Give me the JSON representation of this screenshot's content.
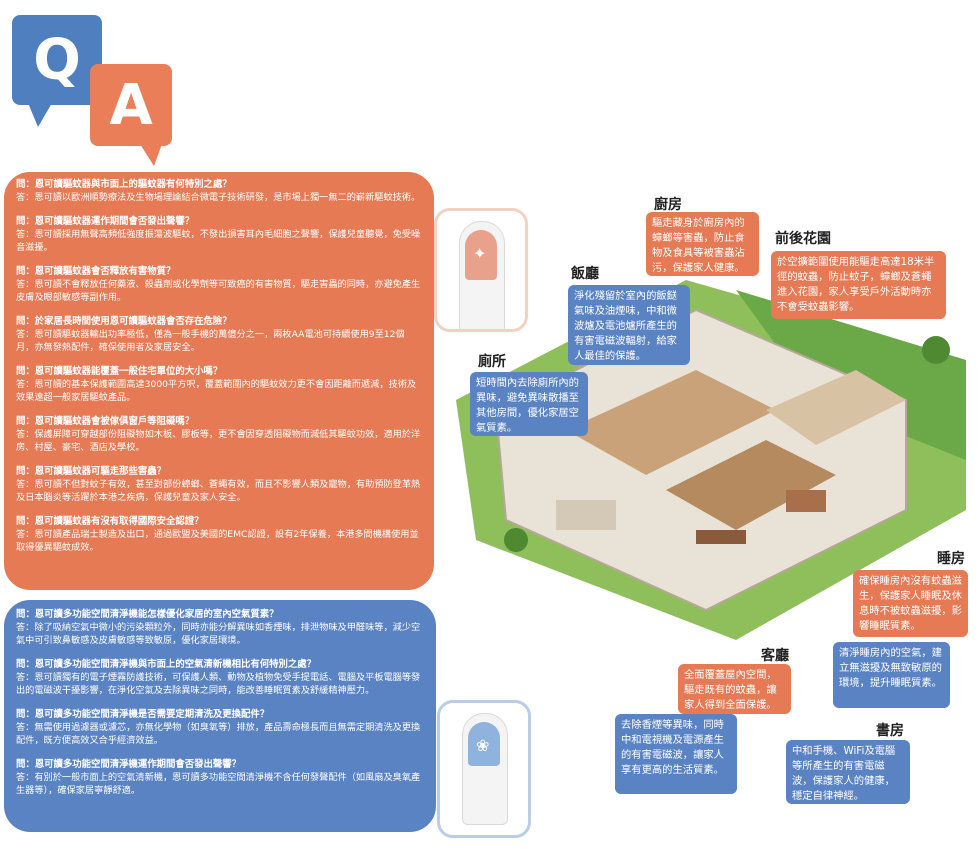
{
  "icons": {
    "q": "Q",
    "a": "A"
  },
  "colors": {
    "orange": "#e57a54",
    "blue": "#5a83c4"
  },
  "qa_insect": [
    {
      "q": "問：恩可讀驅蚊器與市面上的驅蚊器有何特別之處？",
      "a": "答：恩可讀以歐洲順勢療法及生物場理論結合微電子技術研發，是市場上獨一無二的嶄新驅蚊技術。"
    },
    {
      "q": "問：恩可讀驅蚊器運作期間會否發出聲響？",
      "a": "答：恩可讀採用無聲高頻低強度振蕩波驅蚊，不發出損害耳內毛細胞之聲響，保護兒童聽覺，免受噪音滋擾。"
    },
    {
      "q": "問：恩可讀驅蚊器會否釋放有害物質？",
      "a": "答：恩可讀不會釋放任何藥液、殺蟲劑或化學劑等可致癌的有害物質，驅走害蟲的同時，亦避免產生皮膚及眼部敏感等副作用。"
    },
    {
      "q": "問：於家居長時間使用恩可讀驅蚊器會否存在危險？",
      "a": "答：恩可讀驅蚊器輸出功率極低，僅為一般手機的萬億分之一，兩枚AA電池可持續使用9至12個月，亦無發熱配件，確保使用者及家居安全。"
    },
    {
      "q": "問：恩可讀驅蚊器能覆蓋一般住宅單位的大小嗎？",
      "a": "答：恩可讀的基本保護範圍高達3000平方呎，覆蓋範圍內的驅蚊效力更不會因距離而遞減，技術及效果遠超一般家居驅蚊產品。"
    },
    {
      "q": "問：恩可讀驅蚊器會被傢俱窗戶等阻礙嗎？",
      "a": "答：保護屏障可穿越部份阻礙物如木板、膠板等，更不會因穿透阻礙物而減低其驅蚊功效，適用於洋房、村屋、豪宅、酒店及學校。"
    },
    {
      "q": "問：恩可讀驅蚊器可驅走那些害蟲？",
      "a": "答：恩可讀不但對蚊子有效，甚至對部份蟑螂、蒼蠅有效，而且不影響人類及寵物，有助預防登革熱及日本腦炎等活躍於本港之疾病，保護兒童及家人安全。"
    },
    {
      "q": "問：恩可讀驅蚊器有沒有取得國際安全認證？",
      "a": "答：恩可讀產品瑞士製造及出口，通過歐盟及美國的EMC認證，設有2年保養，本港多間機構使用並取得優異驅蚊成效。"
    }
  ],
  "qa_air": [
    {
      "q": "問：恩可讀多功能空間清淨機能怎樣優化家居的室內空氣質素？",
      "a": "答：除了吸納空氣中微小的污染顆粒外，同時亦能分解異味如香煙味，排泄物味及甲醛味等，減少空氣中可引致鼻敏感及皮膚敏感等致敏原，優化家居環境。"
    },
    {
      "q": "問：恩可讀多功能空間清淨機與市面上的空氣清新機相比有何特別之處？",
      "a": "答：恩可讀獨有的電子煙霧防護技術，可保護人類、動物及植物免受手提電話、電腦及平板電腦等發出的電磁波干擾影響，在淨化空氣及去除異味之同時，能改善睡眠質素及舒緩精神壓力。"
    },
    {
      "q": "問：恩可讀多功能空間清淨機是否需要定期清洗及更換配件？",
      "a": "答：無需使用過濾器或濾芯，亦無化學物（如臭氧等）排放，產品壽命極長而且無需定期清洗及更換配件，既方便高效又合乎經濟效益。"
    },
    {
      "q": "問：恩可讀多功能空間清淨機運作期間會否發出聲響？",
      "a": "答：有別於一般市面上的空氣清新機，恩可讀多功能空間清淨機不含任何發聲配件（如風扇及臭氧產生器等），確保家居寧靜舒適。"
    }
  ],
  "rooms": {
    "kitchen": {
      "label": "廚房",
      "text": "驅走藏身於廚房內的蟑螂等害蟲，防止食物及食具等被害蟲沾污，保護家人健康。"
    },
    "garden": {
      "label": "前後花園",
      "text": "於空擴範圍使用能驅走高達18米半徑的蚊蟲，防止蚊子，蟑螂及蒼蠅進入花園，家人享受戶外活動時亦不會受蚊蟲影響。"
    },
    "dining": {
      "label": "飯廳",
      "text": "淨化殘留於室內的飯餸氣味及油煙味，中和微波爐及電池爐所產生的有害電磁波輻射，給家人最佳的保護。"
    },
    "toilet": {
      "label": "廁所",
      "text": "短時間內去除廁所內的異味，避免異味散播至其他房間，優化家居空氣質素。"
    },
    "bedroom": {
      "label": "睡房",
      "text": "確保睡房內沒有蚊蟲滋生，保護家人睡眠及休息時不被蚊蟲滋擾，影響睡眠質素。",
      "text2": "清淨睡房內的空氣，建立無滋擾及無致敏原的環境，提升睡眠質素。"
    },
    "living": {
      "label": "客廳",
      "text": "全面覆蓋屋內空間，驅走既有的蚊蟲，讓家人得到全面保護。",
      "text2": "去除香煙等異味，同時中和電視機及電源產生的有害電磁波，讓家人享有更高的生活質素。"
    },
    "study": {
      "label": "書房",
      "text": "中和手機、WiFi及電腦等所產生的有害電磁波，保護家人的健康，穩定自律神經。"
    }
  }
}
